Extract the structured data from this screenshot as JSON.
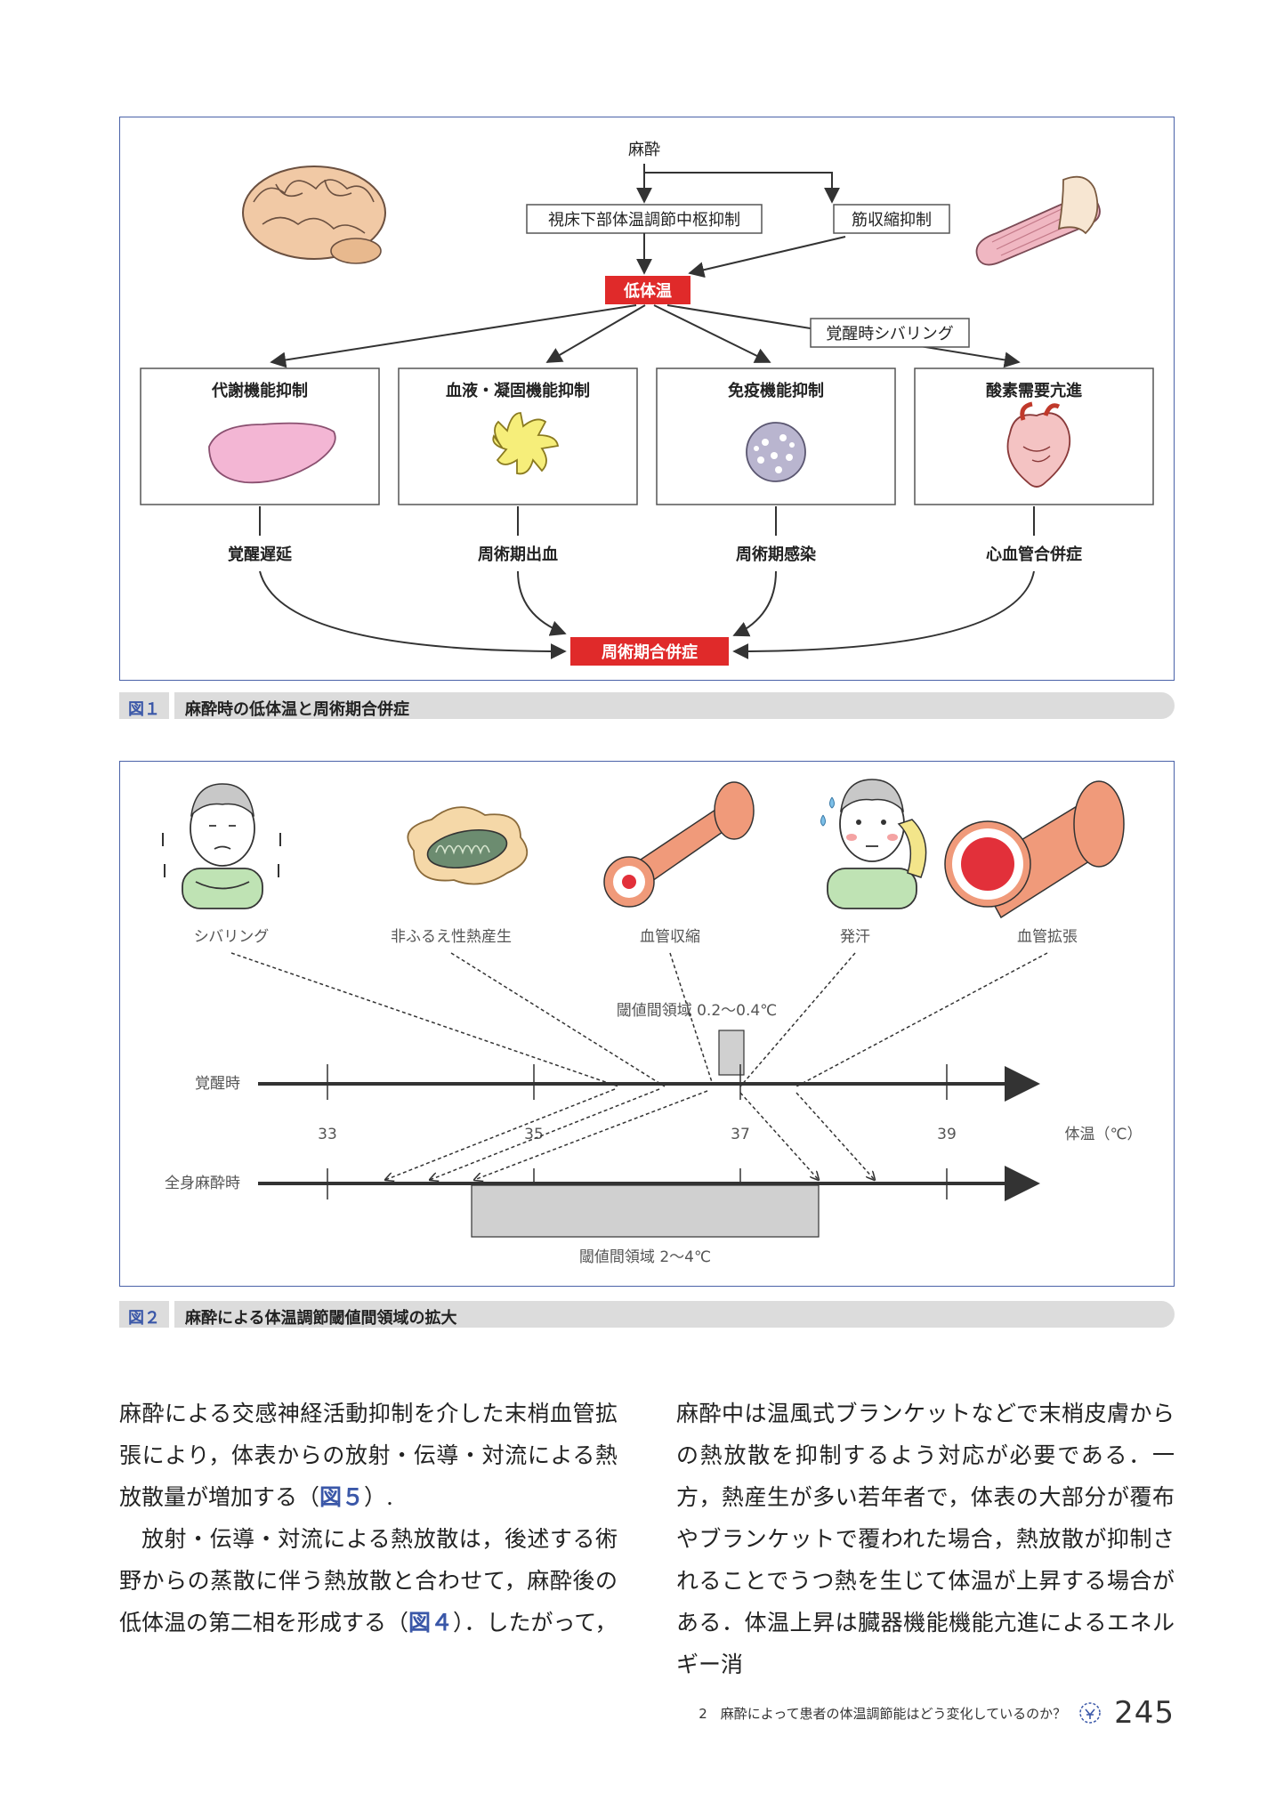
{
  "fig1": {
    "anesthesia": "麻酔",
    "hypothalamus": "視床下部体温調節中枢抑制",
    "muscle": "筋収縮抑制",
    "hypothermia": "低体温",
    "shivering_wake": "覚醒時シバリング",
    "boxes": [
      "代謝機能抑制",
      "血液・凝固機能抑制",
      "免疫機能抑制",
      "酸素需要亢進"
    ],
    "outcomes": [
      "覚醒遅延",
      "周術期出血",
      "周術期感染",
      "心血管合併症"
    ],
    "complication": "周術期合併症",
    "caption_num": "図１",
    "caption": "麻酔時の低体温と周術期合併症"
  },
  "fig2": {
    "icons": [
      "シバリング",
      "非ふるえ性熱産生",
      "血管収縮",
      "発汗",
      "血管拡張"
    ],
    "threshold_awake": "閾値間領域 0.2〜0.4℃",
    "threshold_ga": "閾値間領域 2〜4℃",
    "row_awake": "覚醒時",
    "row_ga": "全身麻酔時",
    "ticks": [
      "33",
      "35",
      "37",
      "39"
    ],
    "axis_label": "体温（℃）",
    "caption_num": "図２",
    "caption": "麻酔による体温調節閾値間領域の拡大"
  },
  "body": {
    "left_p1_a": "麻酔による交感神経活動抑制を介した末梢血管拡張により，体表からの放射・伝導・対流による熱放散量が増加する（",
    "left_p1_ref": "図５",
    "left_p1_b": "）.",
    "left_p2_a": "放射・伝導・対流による熱放散は，後述する術野からの蒸散に伴う熱放散と合わせて，麻酔後の低体温の第二相を形成する（",
    "left_p2_ref": "図４",
    "left_p2_b": "）．したがって，",
    "right_p1": "麻酔中は温風式ブランケットなどで末梢皮膚からの熱放散を抑制するよう対応が必要である．一方，熱産生が多い若年者で，体表の大部分が覆布やブランケットで覆われた場合，熱放散が抑制されることでうつ熱を生じて体温が上昇する場合がある．体温上昇は臓器機能機能亢進によるエネルギー消"
  },
  "footer": {
    "chapter": "2　麻酔によって患者の体温調節能はどう変化しているのか？",
    "page": "245"
  }
}
